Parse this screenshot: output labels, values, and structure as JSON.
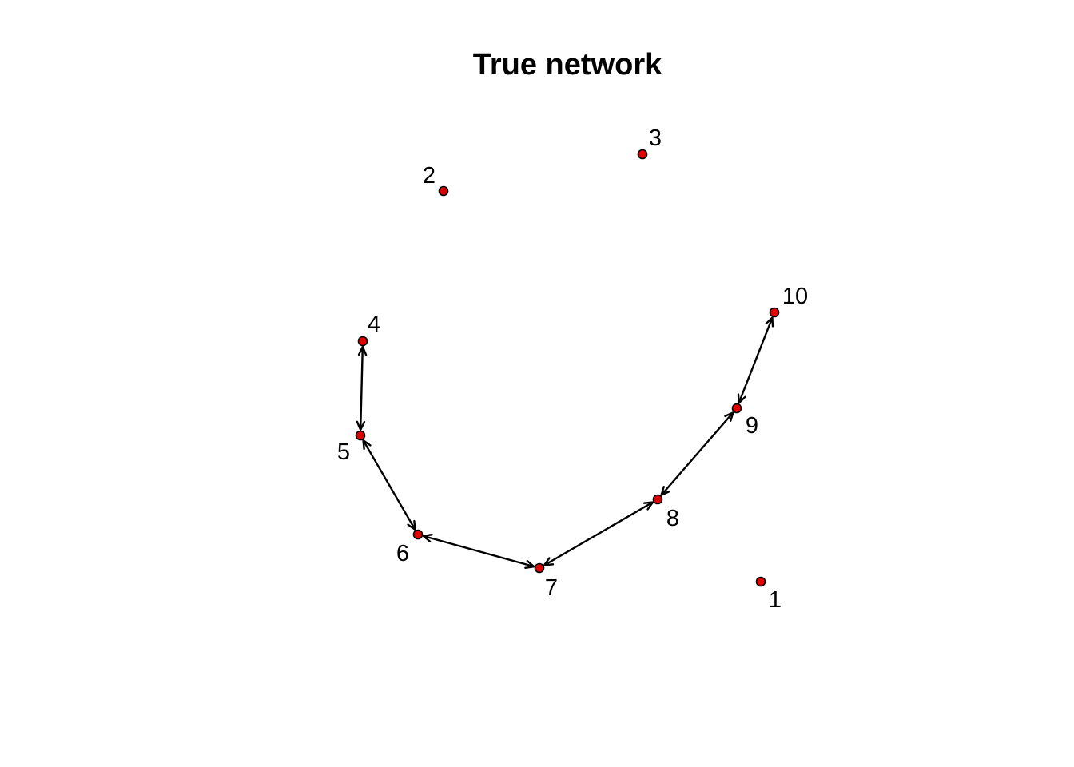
{
  "title": "True network",
  "colors": {
    "node_fill": "#e00000",
    "node_stroke": "#000000",
    "edge": "#000000",
    "background": "#ffffff"
  },
  "nodes": [
    {
      "id": "1",
      "label": "1"
    },
    {
      "id": "2",
      "label": "2"
    },
    {
      "id": "3",
      "label": "3"
    },
    {
      "id": "4",
      "label": "4"
    },
    {
      "id": "5",
      "label": "5"
    },
    {
      "id": "6",
      "label": "6"
    },
    {
      "id": "7",
      "label": "7"
    },
    {
      "id": "8",
      "label": "8"
    },
    {
      "id": "9",
      "label": "9"
    },
    {
      "id": "10",
      "label": "10"
    }
  ],
  "edges": [
    {
      "source": "4",
      "target": "5",
      "direction": "both"
    },
    {
      "source": "5",
      "target": "6",
      "direction": "both"
    },
    {
      "source": "6",
      "target": "7",
      "direction": "both"
    },
    {
      "source": "7",
      "target": "8",
      "direction": "both"
    },
    {
      "source": "8",
      "target": "9",
      "direction": "both"
    },
    {
      "source": "9",
      "target": "10",
      "direction": "both"
    }
  ]
}
